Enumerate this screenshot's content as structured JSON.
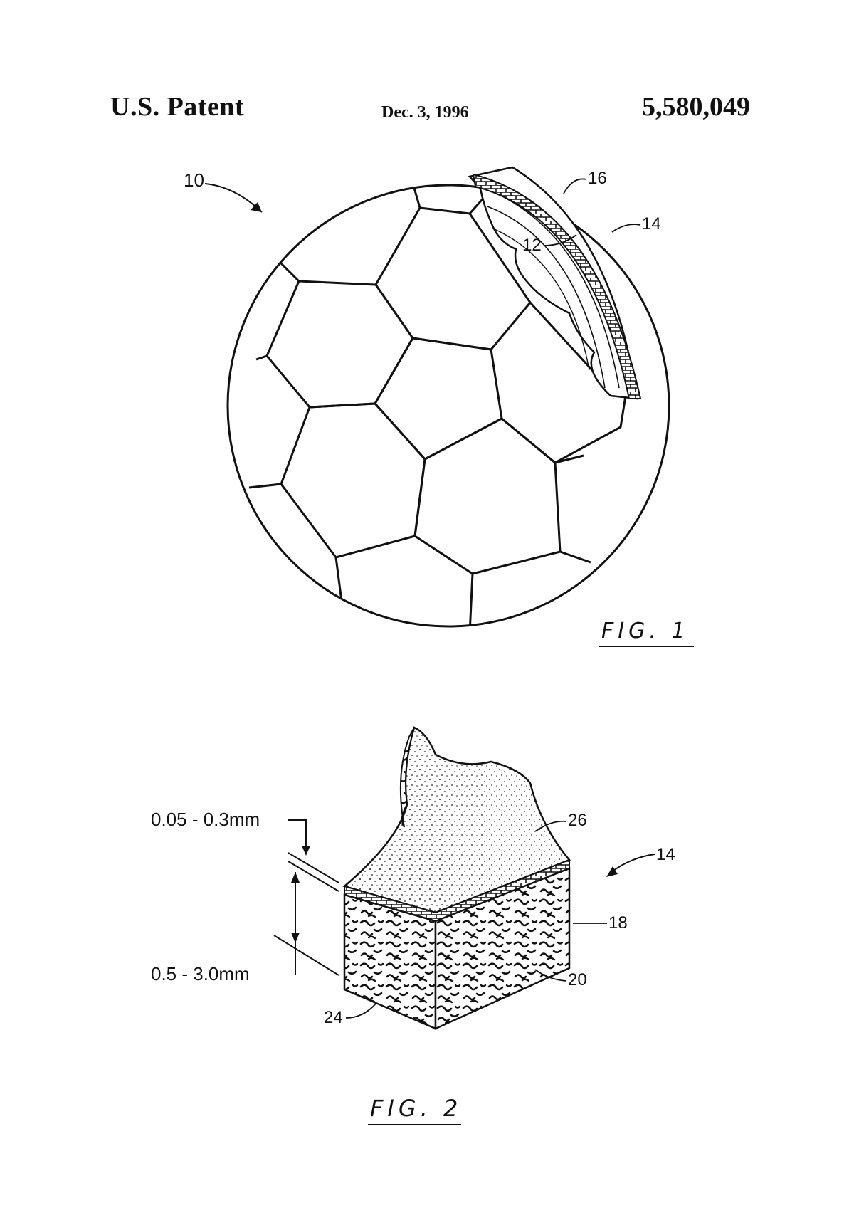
{
  "header": {
    "left": "U.S. Patent",
    "date": "Dec. 3, 1996",
    "number": "5,580,049"
  },
  "fig1": {
    "label": "FIG. 1",
    "refs": {
      "ball": "10",
      "inner_layer": "12",
      "cover": "14",
      "outer_layer": "16"
    }
  },
  "fig2": {
    "label": "FIG. 2",
    "refs": {
      "cover": "14",
      "layer_a": "18",
      "layer_b": "20",
      "layer_c": "24",
      "surface": "26"
    },
    "dims": {
      "thin": "0.05 - 0.3mm",
      "thick": "0.5 - 3.0mm"
    }
  }
}
